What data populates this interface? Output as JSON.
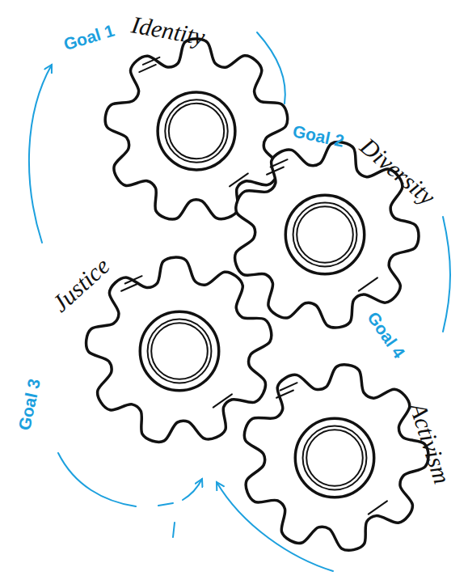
{
  "diagram": {
    "nodes": [
      {
        "text": [
          "Goal 1",
          "Identity"
        ]
      },
      {
        "text": [
          "Goal 2",
          "Diversity"
        ]
      },
      {
        "text": [
          "Goal 3",
          "Justice"
        ]
      },
      {
        "text": [
          "Goal 4",
          "Activism"
        ]
      }
    ]
  }
}
